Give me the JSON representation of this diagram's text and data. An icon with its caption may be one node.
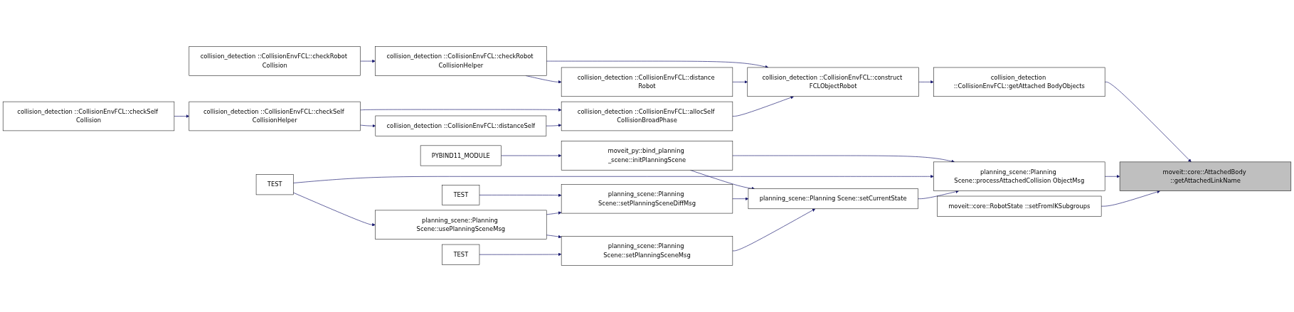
{
  "diagram": {
    "nodes": [
      {
        "text": [
          "collision_detection ::CollisionEnvFCL::checkSelf Collision"
        ]
      },
      {
        "text": [
          "collision_detection ::CollisionEnvFCL::checkSelf CollisionHelper"
        ]
      },
      {
        "text": [
          "collision_detection ::CollisionEnvFCL::distanceSelf"
        ]
      },
      {
        "text": [
          "collision_detection ::CollisionEnvFCL::allocSelf CollisionBroadPhase"
        ]
      },
      {
        "text": [
          "collision_detection ::CollisionEnvFCL::checkRobot Collision"
        ]
      },
      {
        "text": [
          "collision_detection ::CollisionEnvFCL::checkRobot CollisionHelper"
        ]
      },
      {
        "text": [
          "collision_detection ::CollisionEnvFCL::distance Robot"
        ]
      },
      {
        "text": [
          "collision_detection ::CollisionEnvFCL::construct FCLObjectRobot"
        ]
      },
      {
        "text": [
          "collision_detection ::CollisionEnvFCL::getAttached BodyObjects"
        ]
      },
      {
        "text": [
          "PYBIND11_MODULE"
        ]
      },
      {
        "text": [
          "moveit_py::bind_planning _scene::initPlanningScene"
        ]
      },
      {
        "text": [
          "TEST"
        ]
      },
      {
        "text": [
          "planning_scene::Planning Scene::setPlanningSceneDiffMsg"
        ]
      },
      {
        "text": [
          "planning_scene::Planning Scene::usePlanningSceneMsg"
        ]
      },
      {
        "text": [
          "TEST"
        ]
      },
      {
        "text": [
          "TEST"
        ]
      },
      {
        "text": [
          "planning_scene::Planning Scene::setPlanningSceneMsg"
        ]
      },
      {
        "text": [
          "planning_scene::Planning Scene::setCurrentState"
        ]
      },
      {
        "text": [
          "planning_scene::Planning Scene::processAttachedCollision ObjectMsg"
        ]
      },
      {
        "text": [
          "moveit::core::RobotState ::setFromIKSubgroups"
        ]
      },
      {
        "text": [
          "moveit::core::AttachedBody ::getAttachedLinkName"
        ]
      }
    ],
    "edges": [
      {
        "from": 0,
        "to": 1,
        "arrow": "to"
      },
      {
        "from": 1,
        "to": 3,
        "arrow": "to"
      },
      {
        "from": 1,
        "to": 2,
        "arrow": "to"
      },
      {
        "from": 2,
        "to": 3,
        "arrow": "to"
      },
      {
        "from": 4,
        "to": 5,
        "arrow": "to"
      },
      {
        "from": 5,
        "to": 7,
        "arrow": "to"
      },
      {
        "from": 5,
        "to": 6,
        "arrow": "to"
      },
      {
        "from": 6,
        "to": 7,
        "arrow": "to"
      },
      {
        "from": 3,
        "to": 7,
        "arrow": "to"
      },
      {
        "from": 7,
        "to": 8,
        "arrow": "to"
      },
      {
        "from": 9,
        "to": 10,
        "arrow": "to"
      },
      {
        "from": 10,
        "to": 18,
        "arrow": "to"
      },
      {
        "from": 10,
        "to": 17,
        "arrow": "to"
      },
      {
        "from": 11,
        "to": 12,
        "arrow": "to"
      },
      {
        "from": 12,
        "to": 17,
        "arrow": "to"
      },
      {
        "from": 14,
        "to": 13,
        "arrow": "to"
      },
      {
        "from": 14,
        "to": 18,
        "arrow": "to"
      },
      {
        "from": 13,
        "to": 12,
        "arrow": "to"
      },
      {
        "from": 13,
        "to": 16,
        "arrow": "to"
      },
      {
        "from": 15,
        "to": 16,
        "arrow": "to"
      },
      {
        "from": 16,
        "to": 17,
        "arrow": "to"
      },
      {
        "from": 17,
        "to": 18,
        "arrow": "to"
      },
      {
        "from": 8,
        "to": 20,
        "arrow": "to"
      },
      {
        "from": 18,
        "to": 20,
        "arrow": "to"
      },
      {
        "from": 19,
        "to": 20,
        "arrow": "to"
      }
    ]
  }
}
